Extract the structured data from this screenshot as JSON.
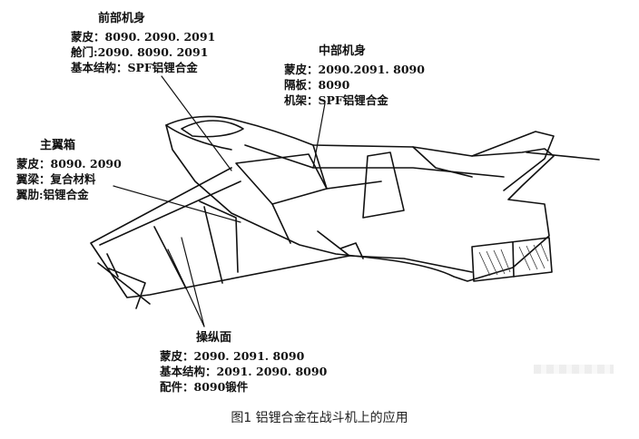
{
  "labels": {
    "front": {
      "title": "前部机身",
      "lines": [
        "蒙皮：8090. 2090. 2091",
        "舱门:2090. 8090. 2091",
        "基本结构：SPF铝锂合金"
      ]
    },
    "mid": {
      "title": "中部机身",
      "lines": [
        "蒙皮：2090.2091. 8090",
        "隔板：8090",
        "机架：SPF铝锂合金"
      ]
    },
    "wingbox": {
      "title": "主翼箱",
      "lines": [
        "蒙皮：8090. 2090",
        "翼梁：复合材料",
        "翼肋:铝锂合金"
      ]
    },
    "control": {
      "title": "操纵面",
      "lines": [
        "蒙皮：2090. 2091. 8090",
        "基本结构：2091. 2090. 8090",
        "配件：8090锻件"
      ]
    }
  },
  "caption": "图1 铝锂合金在战斗机上的应用"
}
